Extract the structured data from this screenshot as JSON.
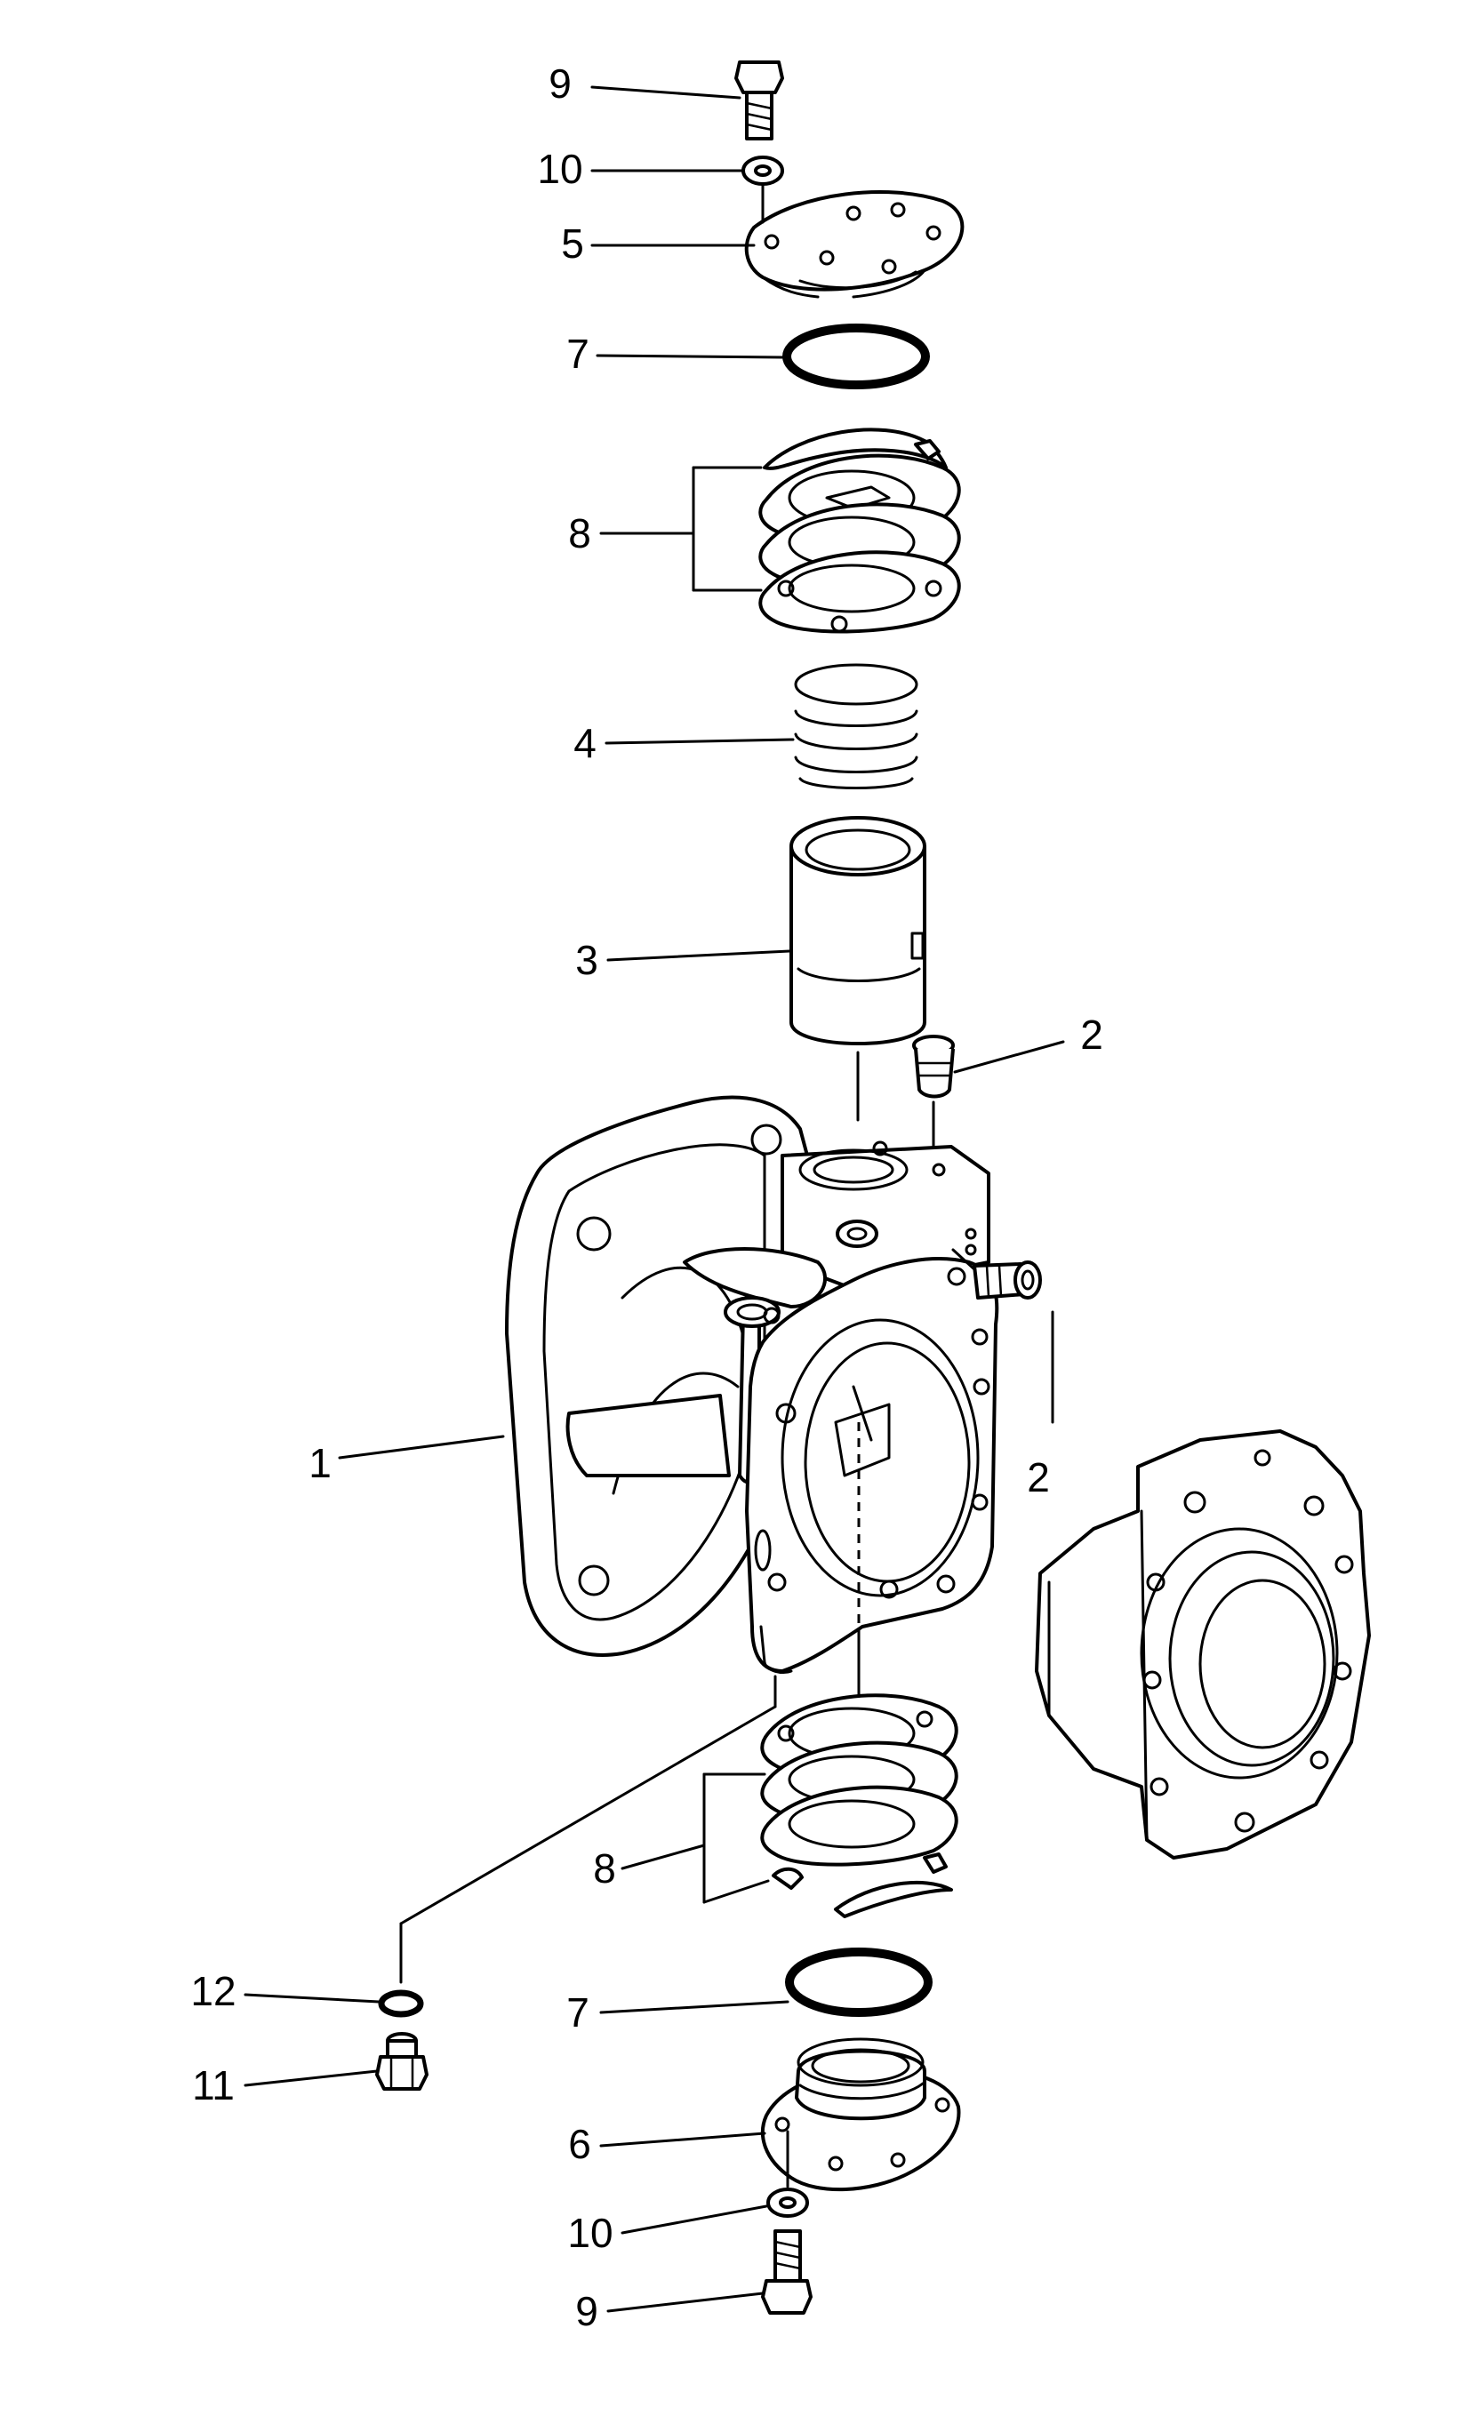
{
  "callouts": [
    {
      "id": "c9_top",
      "text": "9"
    },
    {
      "id": "c10_top",
      "text": "10"
    },
    {
      "id": "c5",
      "text": "5"
    },
    {
      "id": "c7_top",
      "text": "7"
    },
    {
      "id": "c8_top",
      "text": "8"
    },
    {
      "id": "c4",
      "text": "4"
    },
    {
      "id": "c3",
      "text": "3"
    },
    {
      "id": "c2_top",
      "text": "2"
    },
    {
      "id": "c2_right",
      "text": "2"
    },
    {
      "id": "c1",
      "text": "1"
    },
    {
      "id": "c8_bot",
      "text": "8"
    },
    {
      "id": "c12",
      "text": "12"
    },
    {
      "id": "c7_bot",
      "text": "7"
    },
    {
      "id": "c11",
      "text": "11"
    },
    {
      "id": "c6",
      "text": "6"
    },
    {
      "id": "c10_bot",
      "text": "10"
    },
    {
      "id": "c9_bot",
      "text": "9"
    }
  ]
}
